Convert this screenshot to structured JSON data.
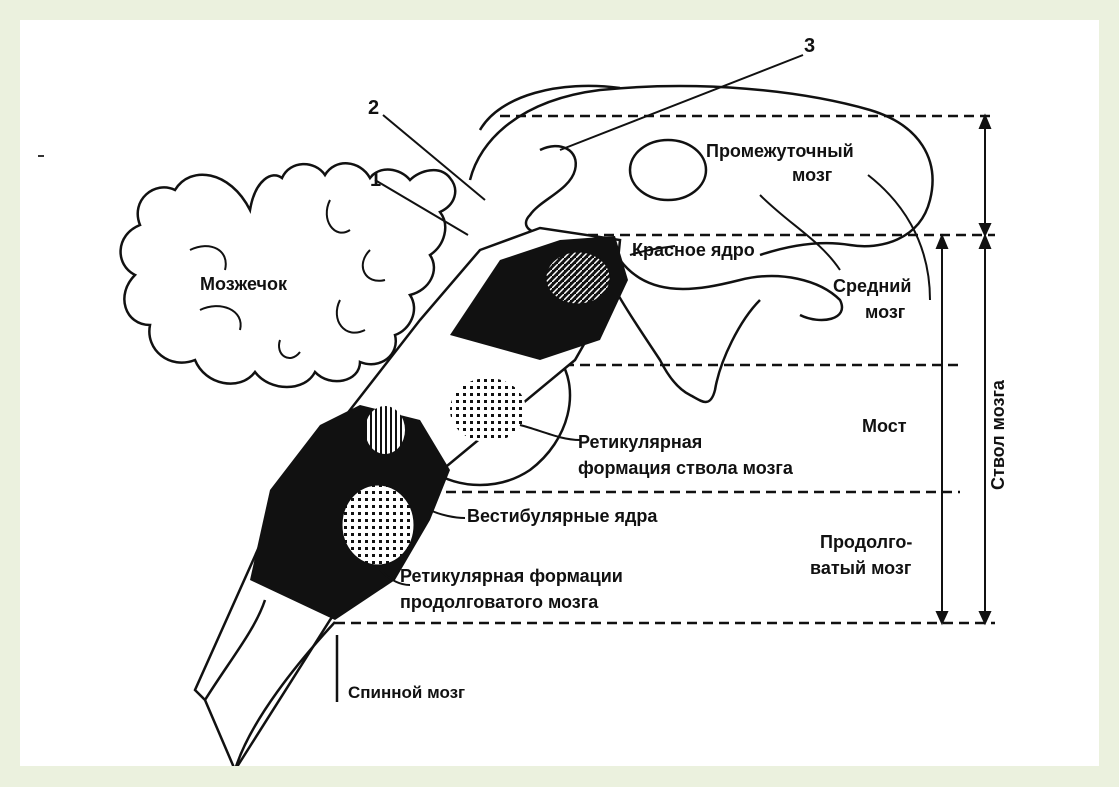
{
  "colors": {
    "page_border": "#ebf1de",
    "figure_background": "#ffffff",
    "ink": "#111111"
  },
  "diagram": {
    "callouts": {
      "n1": "1",
      "n2": "2",
      "n3": "3"
    },
    "labels": {
      "cerebellum": "Мозжечок",
      "diencephalon_line1": "Промежуточный",
      "diencephalon_line2": "мозг",
      "red_nucleus": "Красное ядро",
      "midbrain_line1": "Средний",
      "midbrain_line2": "мозг",
      "pons": "Мост",
      "brainstem_rf_line1": "Ретикулярная",
      "brainstem_rf_line2": "формация ствола мозга",
      "vestibular_nuclei": "Вестибулярные ядра",
      "medulla_line1": "Продолго-",
      "medulla_line2": "ватый мозг",
      "medulla_rf_line1": "Ретикулярная формации",
      "medulla_rf_line2": "продолговатого мозга",
      "spinal_cord": "Спинной мозг",
      "brainstem": "Ствол мозга"
    }
  }
}
